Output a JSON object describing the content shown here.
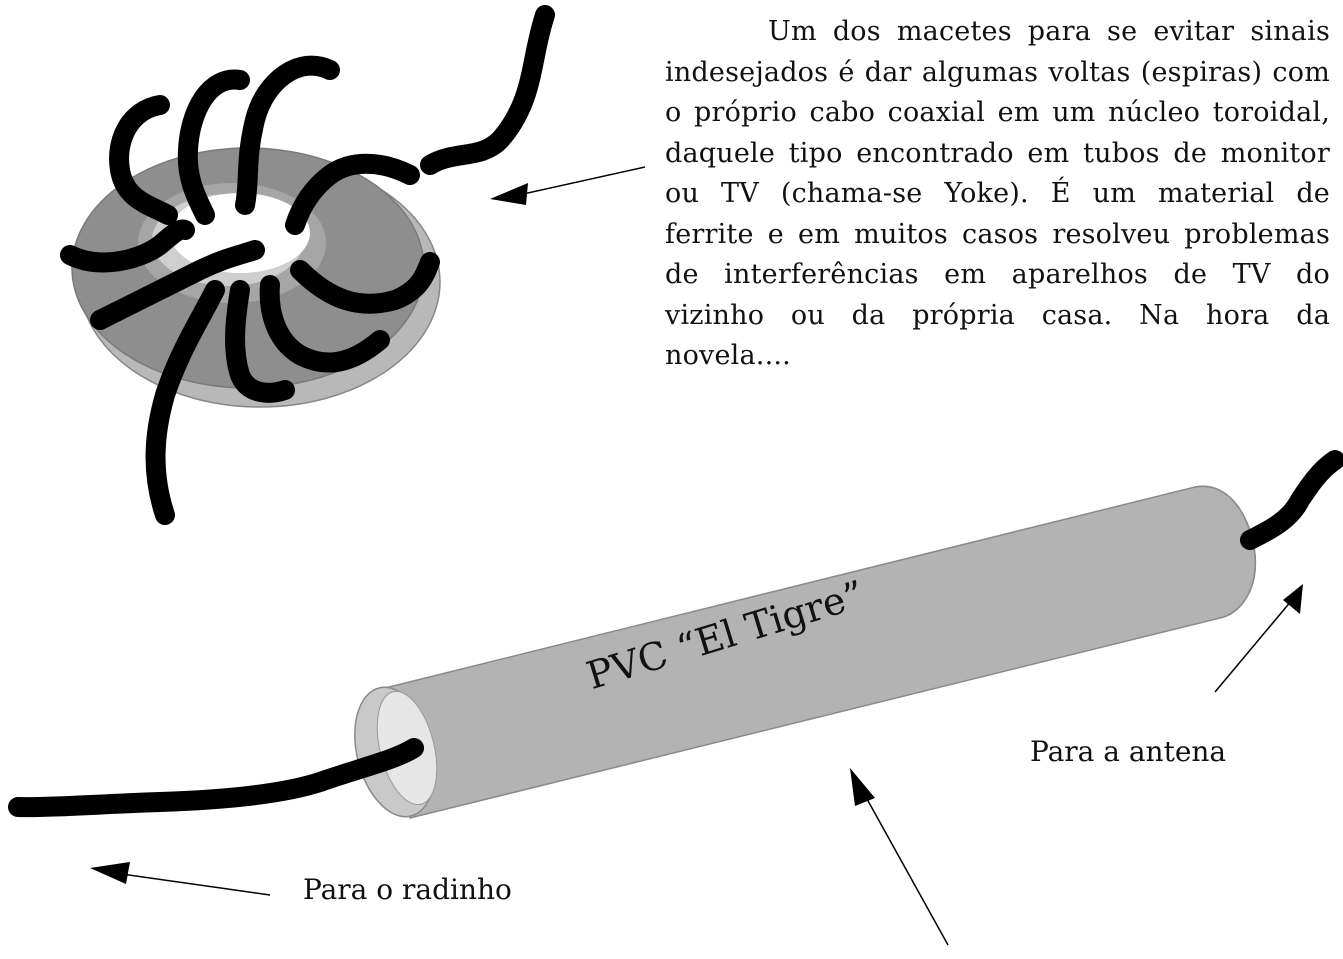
{
  "paragraph": "Um dos macetes para se evitar sinais indesejados é dar algumas voltas (espiras) com o próprio cabo coaxial em um núcleo toroidal, daquele tipo encontrado em tubos de monitor ou TV (chama-se Yoke). É um material de ferrite e em muitos casos resolveu problemas de interferências em aparelhos de TV do vizinho ou da própria casa. Na hora da novela....",
  "labels": {
    "pvc": "PVC “El Tigre”",
    "to_radio": "Para o radinho",
    "to_antenna": "Para a antena"
  },
  "colors": {
    "toroid_outer": "#8c8c8c",
    "toroid_inner": "#a6a6a6",
    "toroid_rim": "#bdbdbd",
    "hole": "#ffffff",
    "pipe_body": "#b3b3b3",
    "pipe_end": "#c8c8c8",
    "pipe_inner": "#e6e6e6",
    "cable": "#000000",
    "text": "#111111"
  }
}
